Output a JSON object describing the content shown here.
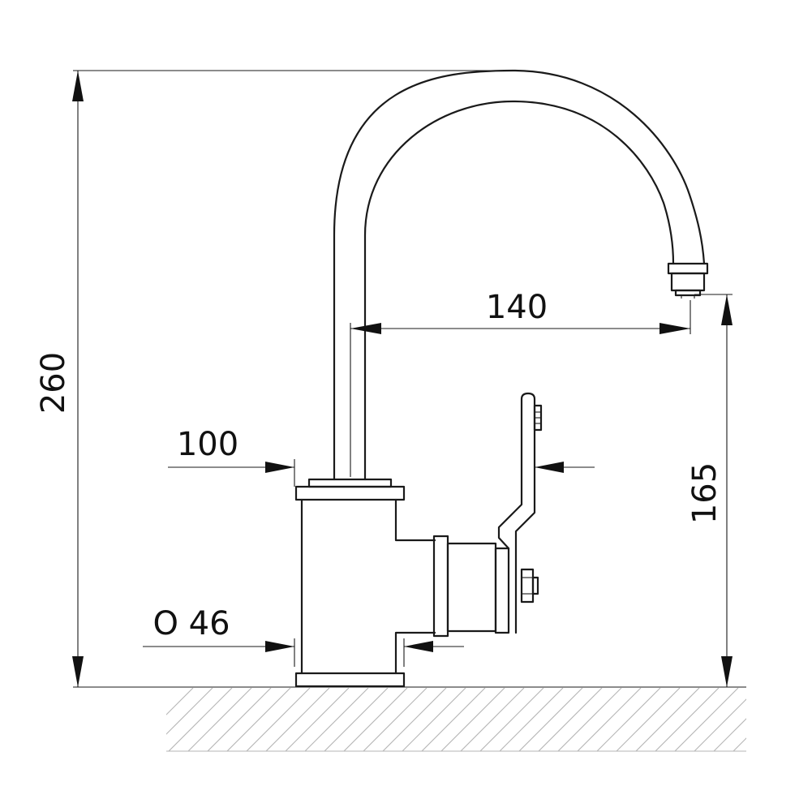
{
  "dimensions": {
    "total_height": "260",
    "spout_reach": "140",
    "spout_outlet_height": "165",
    "handle_clearance": "100",
    "base_diameter": "O 46"
  },
  "colors": {
    "line": "#1a1a1a",
    "hatch": "#b5b5b5",
    "background": "#ffffff"
  }
}
